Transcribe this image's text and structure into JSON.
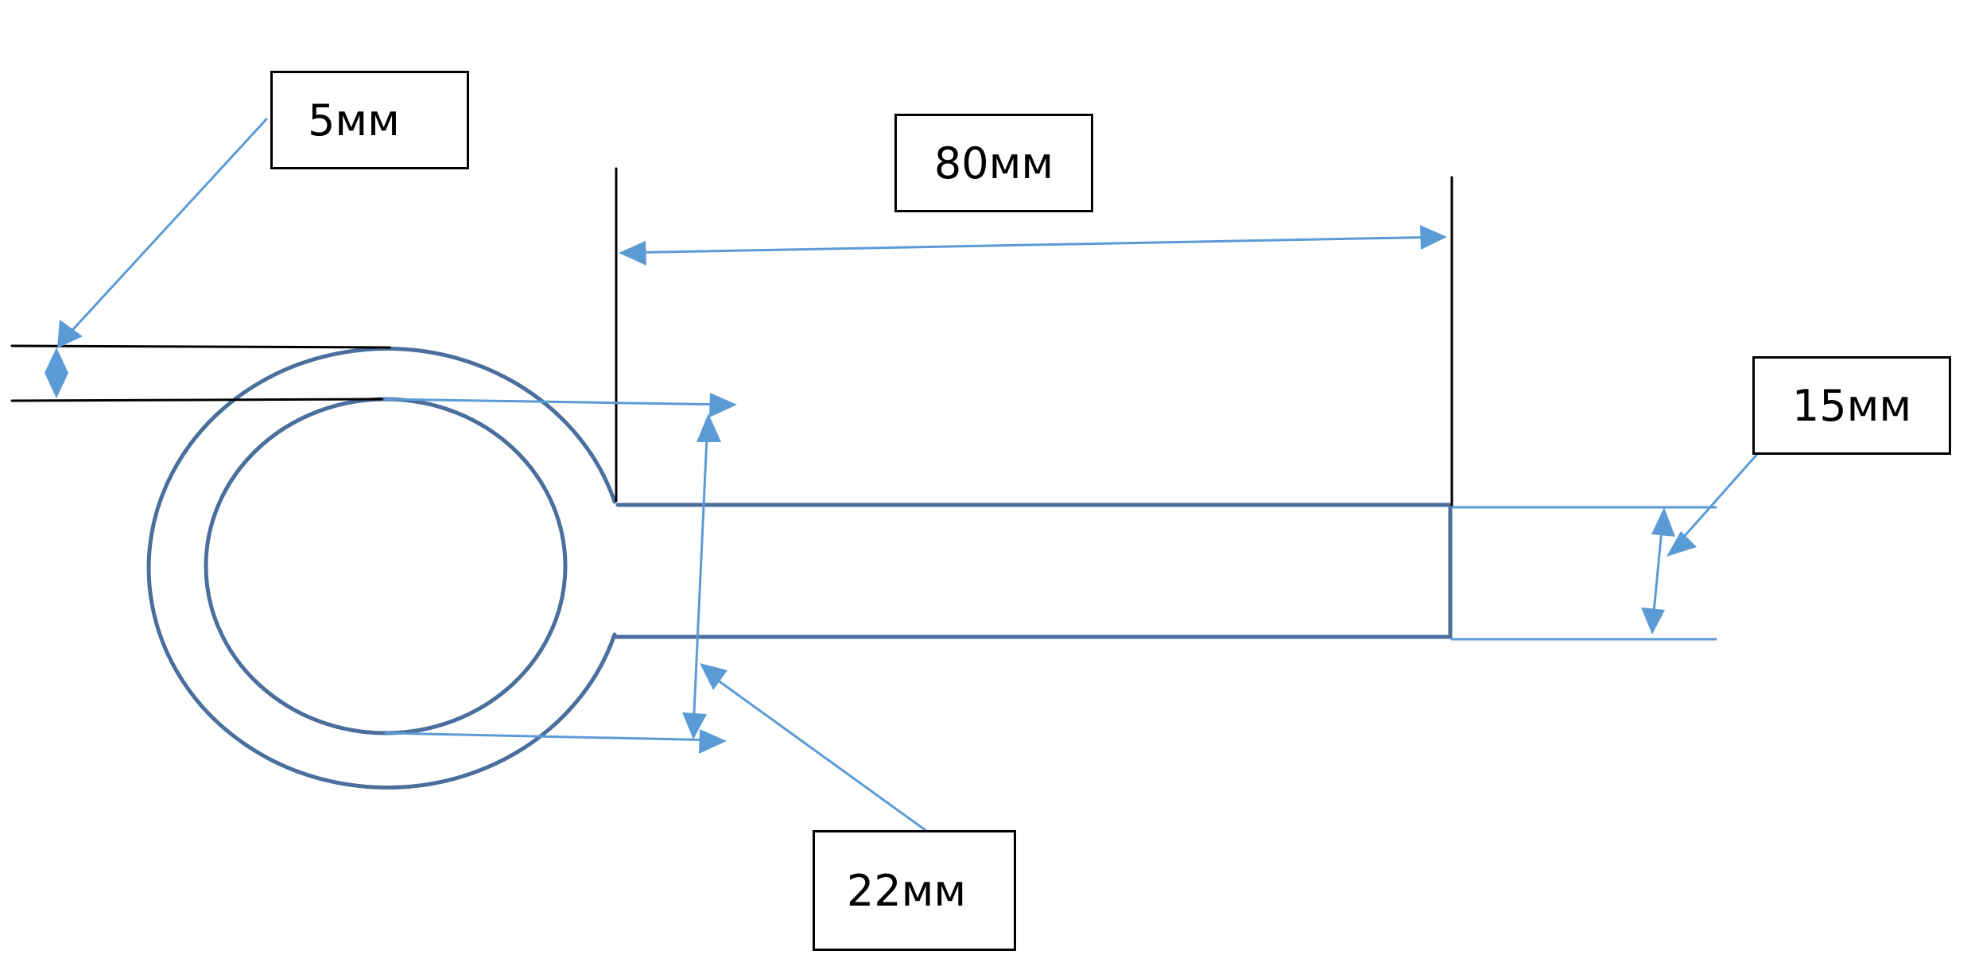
{
  "diagram": {
    "colors": {
      "part_outline": "#4a6f9c",
      "dimension": "#5b9bd5",
      "extension": "#000000",
      "box_border": "#000000"
    },
    "labels": {
      "wall_thickness": "5мм",
      "length": "80мм",
      "bar_height": "15мм",
      "inner_diameter": "22мм"
    }
  }
}
